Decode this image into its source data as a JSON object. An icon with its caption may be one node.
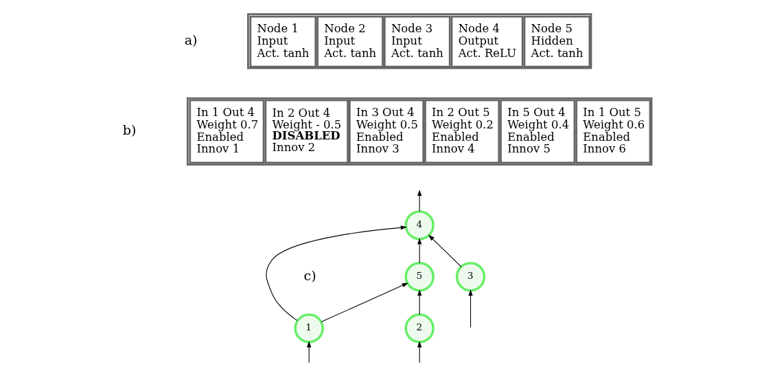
{
  "diagram": {
    "nodes": [
      {
        "text": [
          "4"
        ]
      },
      {
        "text": [
          "5"
        ]
      },
      {
        "text": [
          "1"
        ]
      },
      {
        "text": [
          "2"
        ]
      },
      {
        "text": [
          "3"
        ]
      }
    ],
    "edges": [
      {
        "from": 0,
        "to": null,
        "arrow": "to"
      },
      {
        "from": 2,
        "to": 0,
        "arrow": "to"
      },
      {
        "from": 2,
        "to": 1,
        "arrow": "to"
      },
      {
        "from": 1,
        "to": 0,
        "arrow": "to"
      },
      {
        "from": 3,
        "to": 1,
        "arrow": "to"
      },
      {
        "from": 4,
        "to": 0,
        "arrow": "to"
      },
      {
        "from": null,
        "to": 2,
        "arrow": "to"
      },
      {
        "from": null,
        "to": 3,
        "arrow": "to"
      },
      {
        "from": null,
        "to": 4,
        "arrow": "to"
      }
    ],
    "labels": [
      "a)",
      "Node 1 Input Act. tanh",
      "Node 2 Input Act. tanh",
      "Node 3 Input Act. tanh",
      "Node 4 Output Act. ReLU",
      "Node 5 Hidden Act. tanh",
      "b)",
      "In 1 Out 4 Weight 0.7 Enabled Innov 1",
      "In 2 Out 4 Weight - 0.5 **DISABLED** Innov 2",
      "In 3 Out 4 Weight 0.5 Enabled Innov 3",
      "In 2 Out 5 Weight 0.2 Enabled Innov 4",
      "In 5 Out 4 Weight 0.4 Enabled Innov 5",
      "In 1 Out 5 Weight 0.6 Enabled Innov 6",
      "c)"
    ]
  }
}
